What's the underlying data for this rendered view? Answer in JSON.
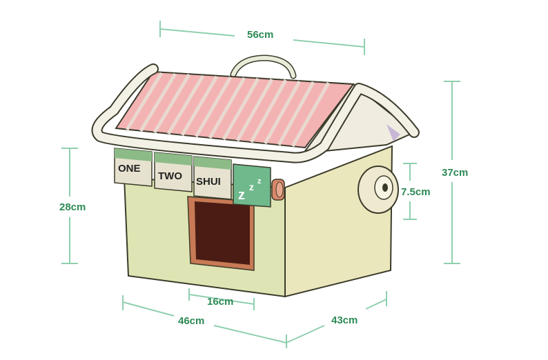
{
  "dimensions": {
    "roof_width": "56cm",
    "total_height": "37cm",
    "hole_diameter": "7.5cm",
    "wall_height": "28cm",
    "door_width": "16cm",
    "front_width": "46cm",
    "depth": "43cm"
  },
  "signs": [
    "ONE",
    "TWO",
    "SHUI",
    "z"
  ],
  "colors": {
    "dimension": "#2c8a55",
    "roof": "#f2a7a8",
    "wall": "#e6e6b8",
    "sign_green": "#6fb98d"
  }
}
